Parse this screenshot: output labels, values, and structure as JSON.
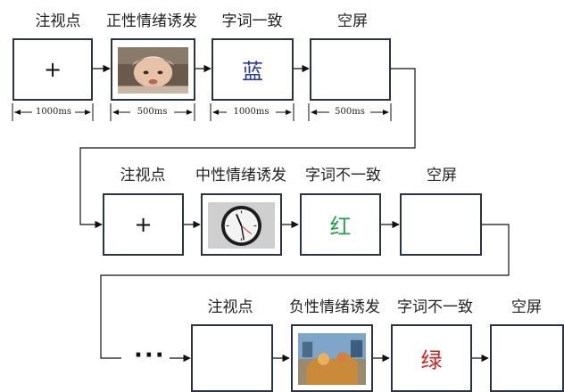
{
  "row1": {
    "labels": [
      "注视点",
      "正性情绪诱发",
      "字词一致",
      "空屏"
    ],
    "fixation": "+",
    "word": "蓝",
    "word_color": "#2b3a9a",
    "durations": [
      "1000ms",
      "500ms",
      "1000ms",
      "500ms"
    ]
  },
  "row2": {
    "labels": [
      "注视点",
      "中性情绪诱发",
      "字词不一致",
      "空屏"
    ],
    "fixation": "+",
    "word": "红",
    "word_color": "#22a04a"
  },
  "row3": {
    "ellipsis": "···",
    "labels": [
      "注视点",
      "负性情绪诱发",
      "字词不一致",
      "空屏"
    ],
    "word": "绿",
    "word_color": "#d42020"
  },
  "icons": {
    "positive_image": "baby-photo-icon",
    "neutral_image": "clock-icon",
    "negative_image": "disaster-photo-icon"
  }
}
